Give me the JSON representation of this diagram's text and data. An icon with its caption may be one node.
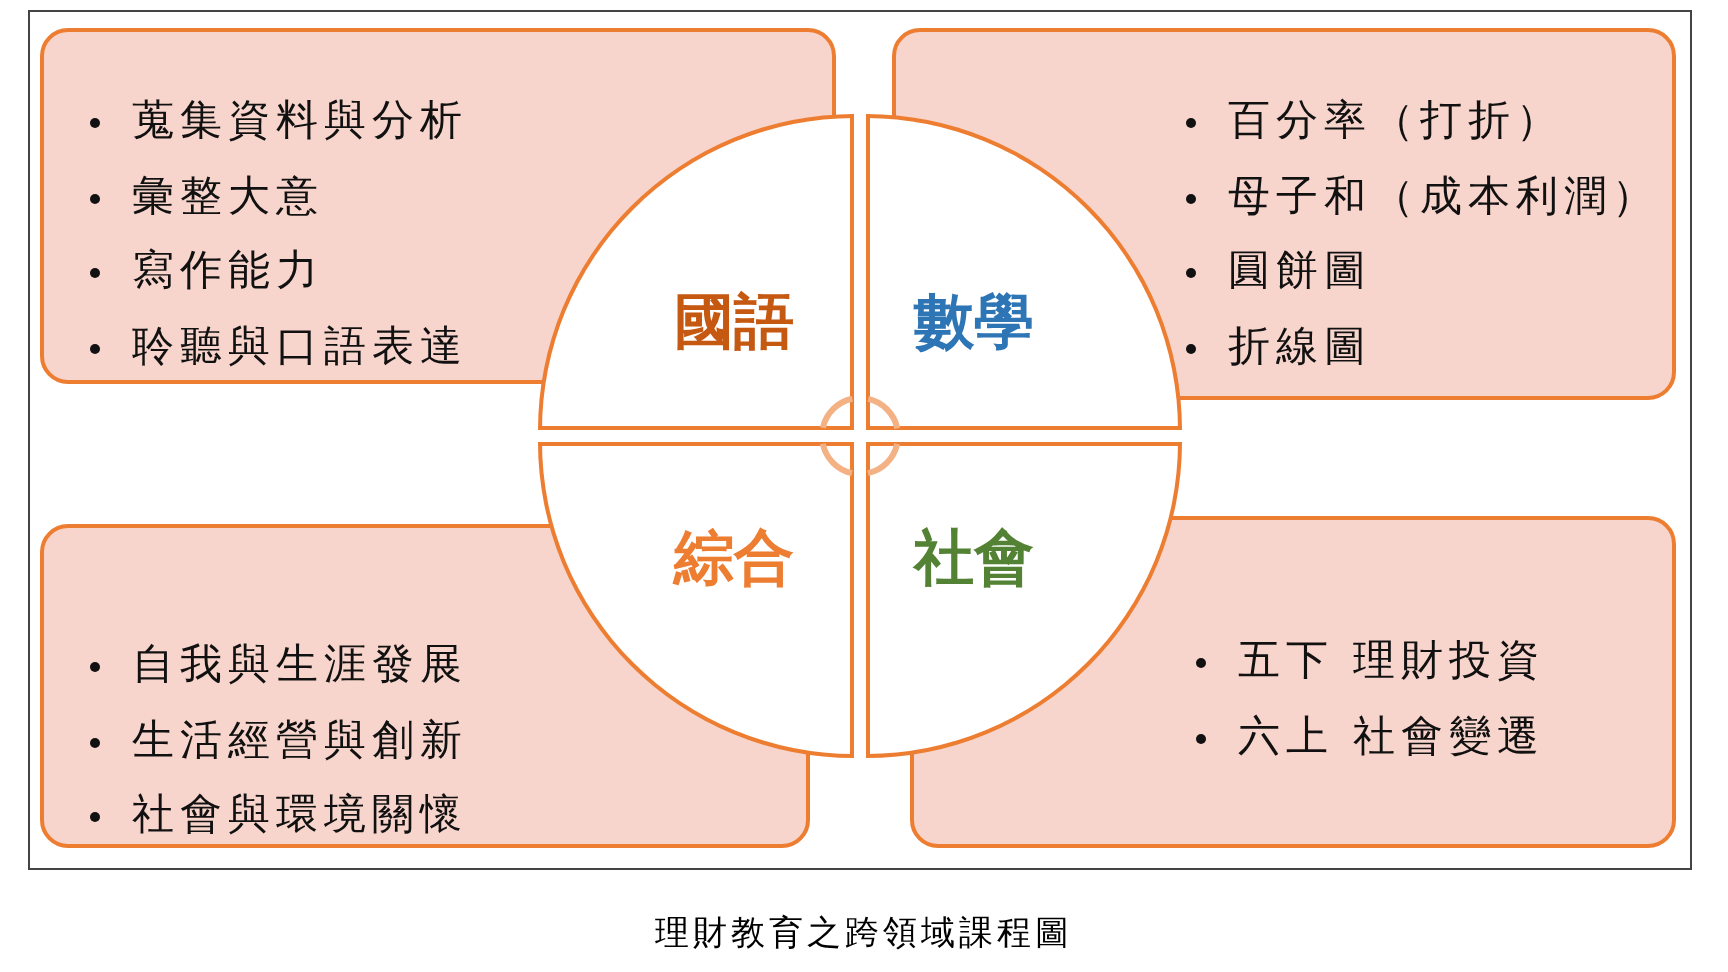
{
  "diagram": {
    "caption": "理財教育之跨領域課程圖",
    "nodes": [
      {
        "text": [
          "蒐集資料與分析",
          "彙整大意",
          "寫作能力",
          "聆聽與口語表達"
        ]
      },
      {
        "text": [
          "國語"
        ]
      },
      {
        "text": [
          "數學"
        ]
      },
      {
        "text": [
          "百分率（打折）",
          "母子和（成本利潤）",
          "圓餅圖",
          "折線圖"
        ]
      },
      {
        "text": [
          "自我與生涯發展",
          "生活經營與創新",
          "社會與環境關懷"
        ]
      },
      {
        "text": [
          "綜合"
        ]
      },
      {
        "text": [
          "社會"
        ]
      },
      {
        "text": [
          "五下 理財投資",
          "六上 社會變遷"
        ]
      }
    ],
    "edges": []
  }
}
